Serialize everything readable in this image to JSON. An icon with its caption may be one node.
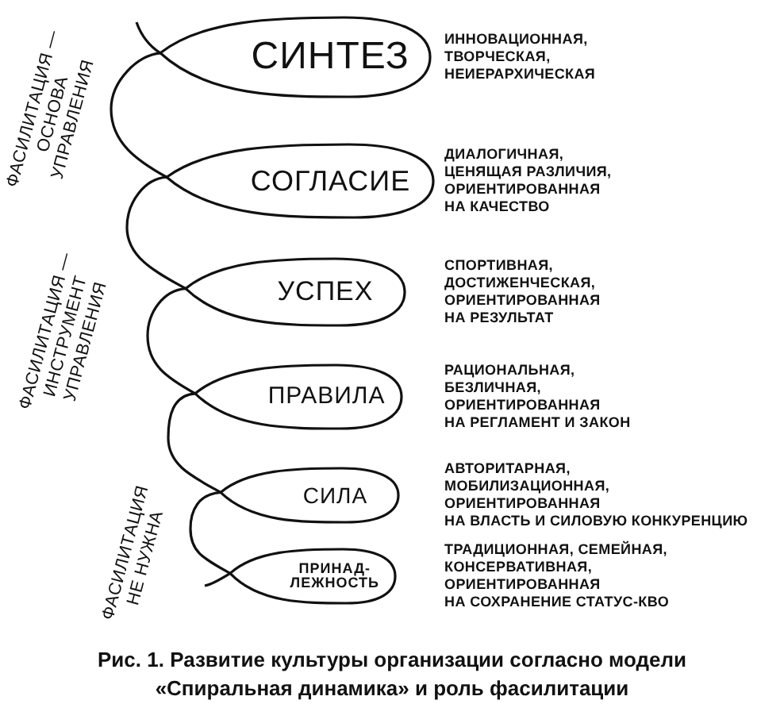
{
  "diagram": {
    "caption": "Рис. 1. Развитие культуры организации согласно модели «Спиральная динамика» и роль фасилитации",
    "nodes": [
      {
        "text": [
          "СИНТЕЗ"
        ],
        "beside": [
          "ИННОВАЦИОННАЯ, ТВОРЧЕСКАЯ, НЕИЕРАРХИЧЕСКАЯ"
        ]
      },
      {
        "text": [
          "СОГЛАСИЕ"
        ],
        "beside": [
          "ДИАЛОГИЧНАЯ, ЦЕНЯЩАЯ РАЗЛИЧИЯ, ОРИЕНТИРОВАННАЯ НА КАЧЕСТВО"
        ]
      },
      {
        "text": [
          "УСПЕХ"
        ],
        "beside": [
          "СПОРТИВНАЯ, ДОСТИЖЕНЧЕСКАЯ, ОРИЕНТИРОВАННАЯ НА РЕЗУЛЬТАТ"
        ]
      },
      {
        "text": [
          "ПРАВИЛА"
        ],
        "beside": [
          "РАЦИОНАЛЬНАЯ, БЕЗЛИЧНАЯ, ОРИЕНТИРОВАННАЯ НА РЕГЛАМЕНТ И ЗАКОН"
        ]
      },
      {
        "text": [
          "СИЛА"
        ],
        "beside": [
          "АВТОРИТАРНАЯ, МОБИЛИЗАЦИОННАЯ, ОРИЕНТИРОВАННАЯ НА ВЛАСТЬ И СИЛОВУЮ КОНКУРЕНЦИЮ"
        ]
      },
      {
        "text": [
          "ПРИНАД-ЛЕЖНОСТЬ"
        ],
        "beside": [
          "ТРАДИЦИОННАЯ, СЕМЕЙНАЯ, КОНСЕРВАТИВНАЯ, ОРИЕНТИРОВАННАЯ НА СОХРАНЕНИЕ СТАТУС-КВО"
        ]
      }
    ],
    "edges": [
      {
        "from": null,
        "to": 0,
        "arrow": "none"
      },
      {
        "from": 0,
        "to": 1,
        "arrow": "none"
      },
      {
        "from": 1,
        "to": 2,
        "arrow": "none"
      },
      {
        "from": 2,
        "to": 3,
        "arrow": "none"
      },
      {
        "from": 3,
        "to": 4,
        "arrow": "none"
      },
      {
        "from": 4,
        "to": 5,
        "arrow": "none"
      },
      {
        "from": 5,
        "to": null,
        "arrow": "none"
      }
    ],
    "labels": [
      "ФАСИЛИТАЦИЯ — ОСНОВА УПРАВЛЕНИЯ",
      "ФАСИЛИТАЦИЯ — ИНСТРУМЕНТ УПРАВЛЕНИЯ",
      "ФАСИЛИТАЦИЯ НЕ НУЖНА"
    ]
  }
}
